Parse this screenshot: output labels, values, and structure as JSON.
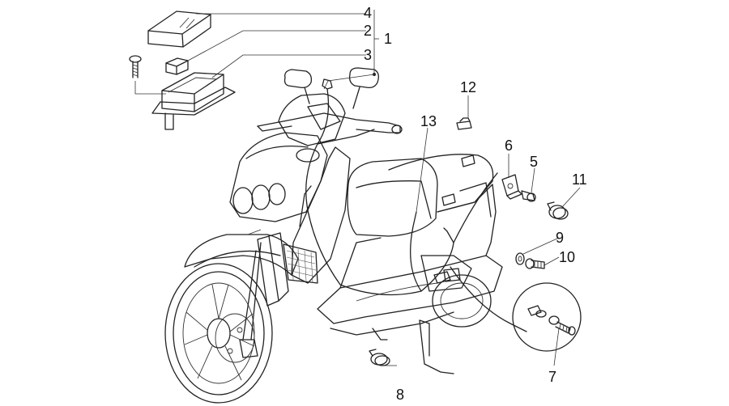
{
  "callouts": {
    "c1": "1",
    "c2": "2",
    "c3": "3",
    "c4": "4",
    "c5": "5",
    "c6": "6",
    "c7": "7",
    "c8": "8",
    "c9": "9",
    "c10": "10",
    "c11": "11",
    "c12": "12",
    "c13": "13"
  },
  "colors": {
    "line": "#222222",
    "background": "#ffffff"
  },
  "parts": [
    "battery",
    "battery-connector",
    "battery-tray",
    "bolt",
    "clip-nut",
    "ground-bolt",
    "cable-clamp",
    "washer",
    "screw",
    "hose-clamp",
    "grommet",
    "main-wiring-harness"
  ]
}
